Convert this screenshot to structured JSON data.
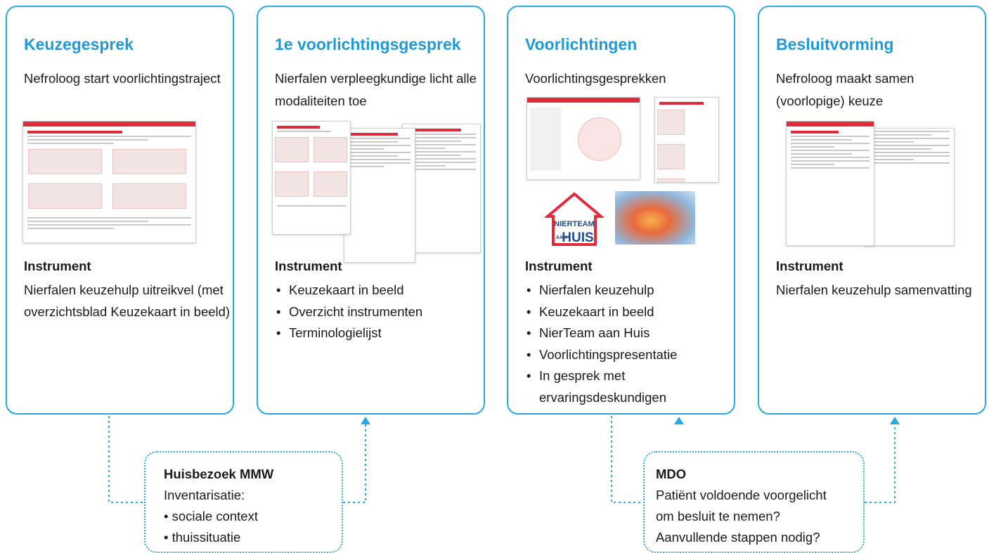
{
  "cards": [
    {
      "title": "Keuzegesprek",
      "subtitle": "Nefroloog start voorlichtingstraject",
      "heading": "Instrument",
      "body": "Nierfalen keuzehulp uitreikvel (met overzichtsblad Keuzekaart in beeld)"
    },
    {
      "title": "1e voorlichtingsgesprek",
      "subtitle": "Nierfalen verpleegkundige licht alle modaliteiten toe",
      "heading": "Instrument",
      "items": [
        "Keuzekaart in beeld",
        "Overzicht instrumenten",
        "Terminologielijst"
      ]
    },
    {
      "title": "Voorlichtingen",
      "subtitle": "Voorlichtingsgesprekken",
      "heading": "Instrument",
      "items": [
        "Nierfalen keuzehulp",
        "Keuzekaart in beeld",
        "NierTeam aan Huis",
        "Voorlichtingspresentatie",
        "In gesprek met ervaringsdeskundigen"
      ]
    },
    {
      "title": "Besluitvorming",
      "subtitle": "Nefroloog maakt samen (voorlopige) keuze",
      "heading": "Instrument",
      "body": "Nierfalen keuzehulp samenvatting"
    }
  ],
  "notes": [
    {
      "title": "Huisbezoek MMW",
      "lines": [
        "Inventarisatie:",
        "• sociale context",
        "• thuissituatie"
      ]
    },
    {
      "title": "MDO",
      "lines": [
        "Patiënt voldoende voorgelicht",
        "om besluit te nemen?",
        "Aanvullende stappen nodig?"
      ]
    }
  ],
  "logo": {
    "line1": "NIERTEAM",
    "side": "AAN",
    "line2": "HUIS"
  },
  "colors": {
    "accent": "#2aa9e0",
    "title": "#1e9ad6",
    "brand_red": "#e22b3a"
  }
}
